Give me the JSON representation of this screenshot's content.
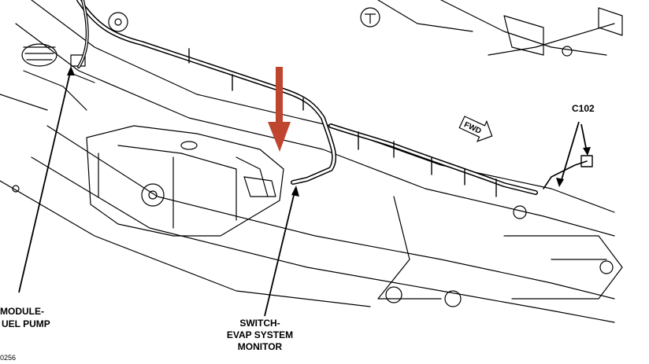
{
  "labels": {
    "fuel_pump_line1": "MODULE-",
    "fuel_pump_line2": "UEL PUMP",
    "evap_line1": "SWITCH-",
    "evap_line2": "EVAP SYSTEM",
    "evap_line3": "MONITOR",
    "connector": "C102",
    "fwd": "FWD",
    "figure_number": "0256"
  },
  "colors": {
    "line": "#000000",
    "background": "#ffffff",
    "arrow": "#c0452e"
  }
}
